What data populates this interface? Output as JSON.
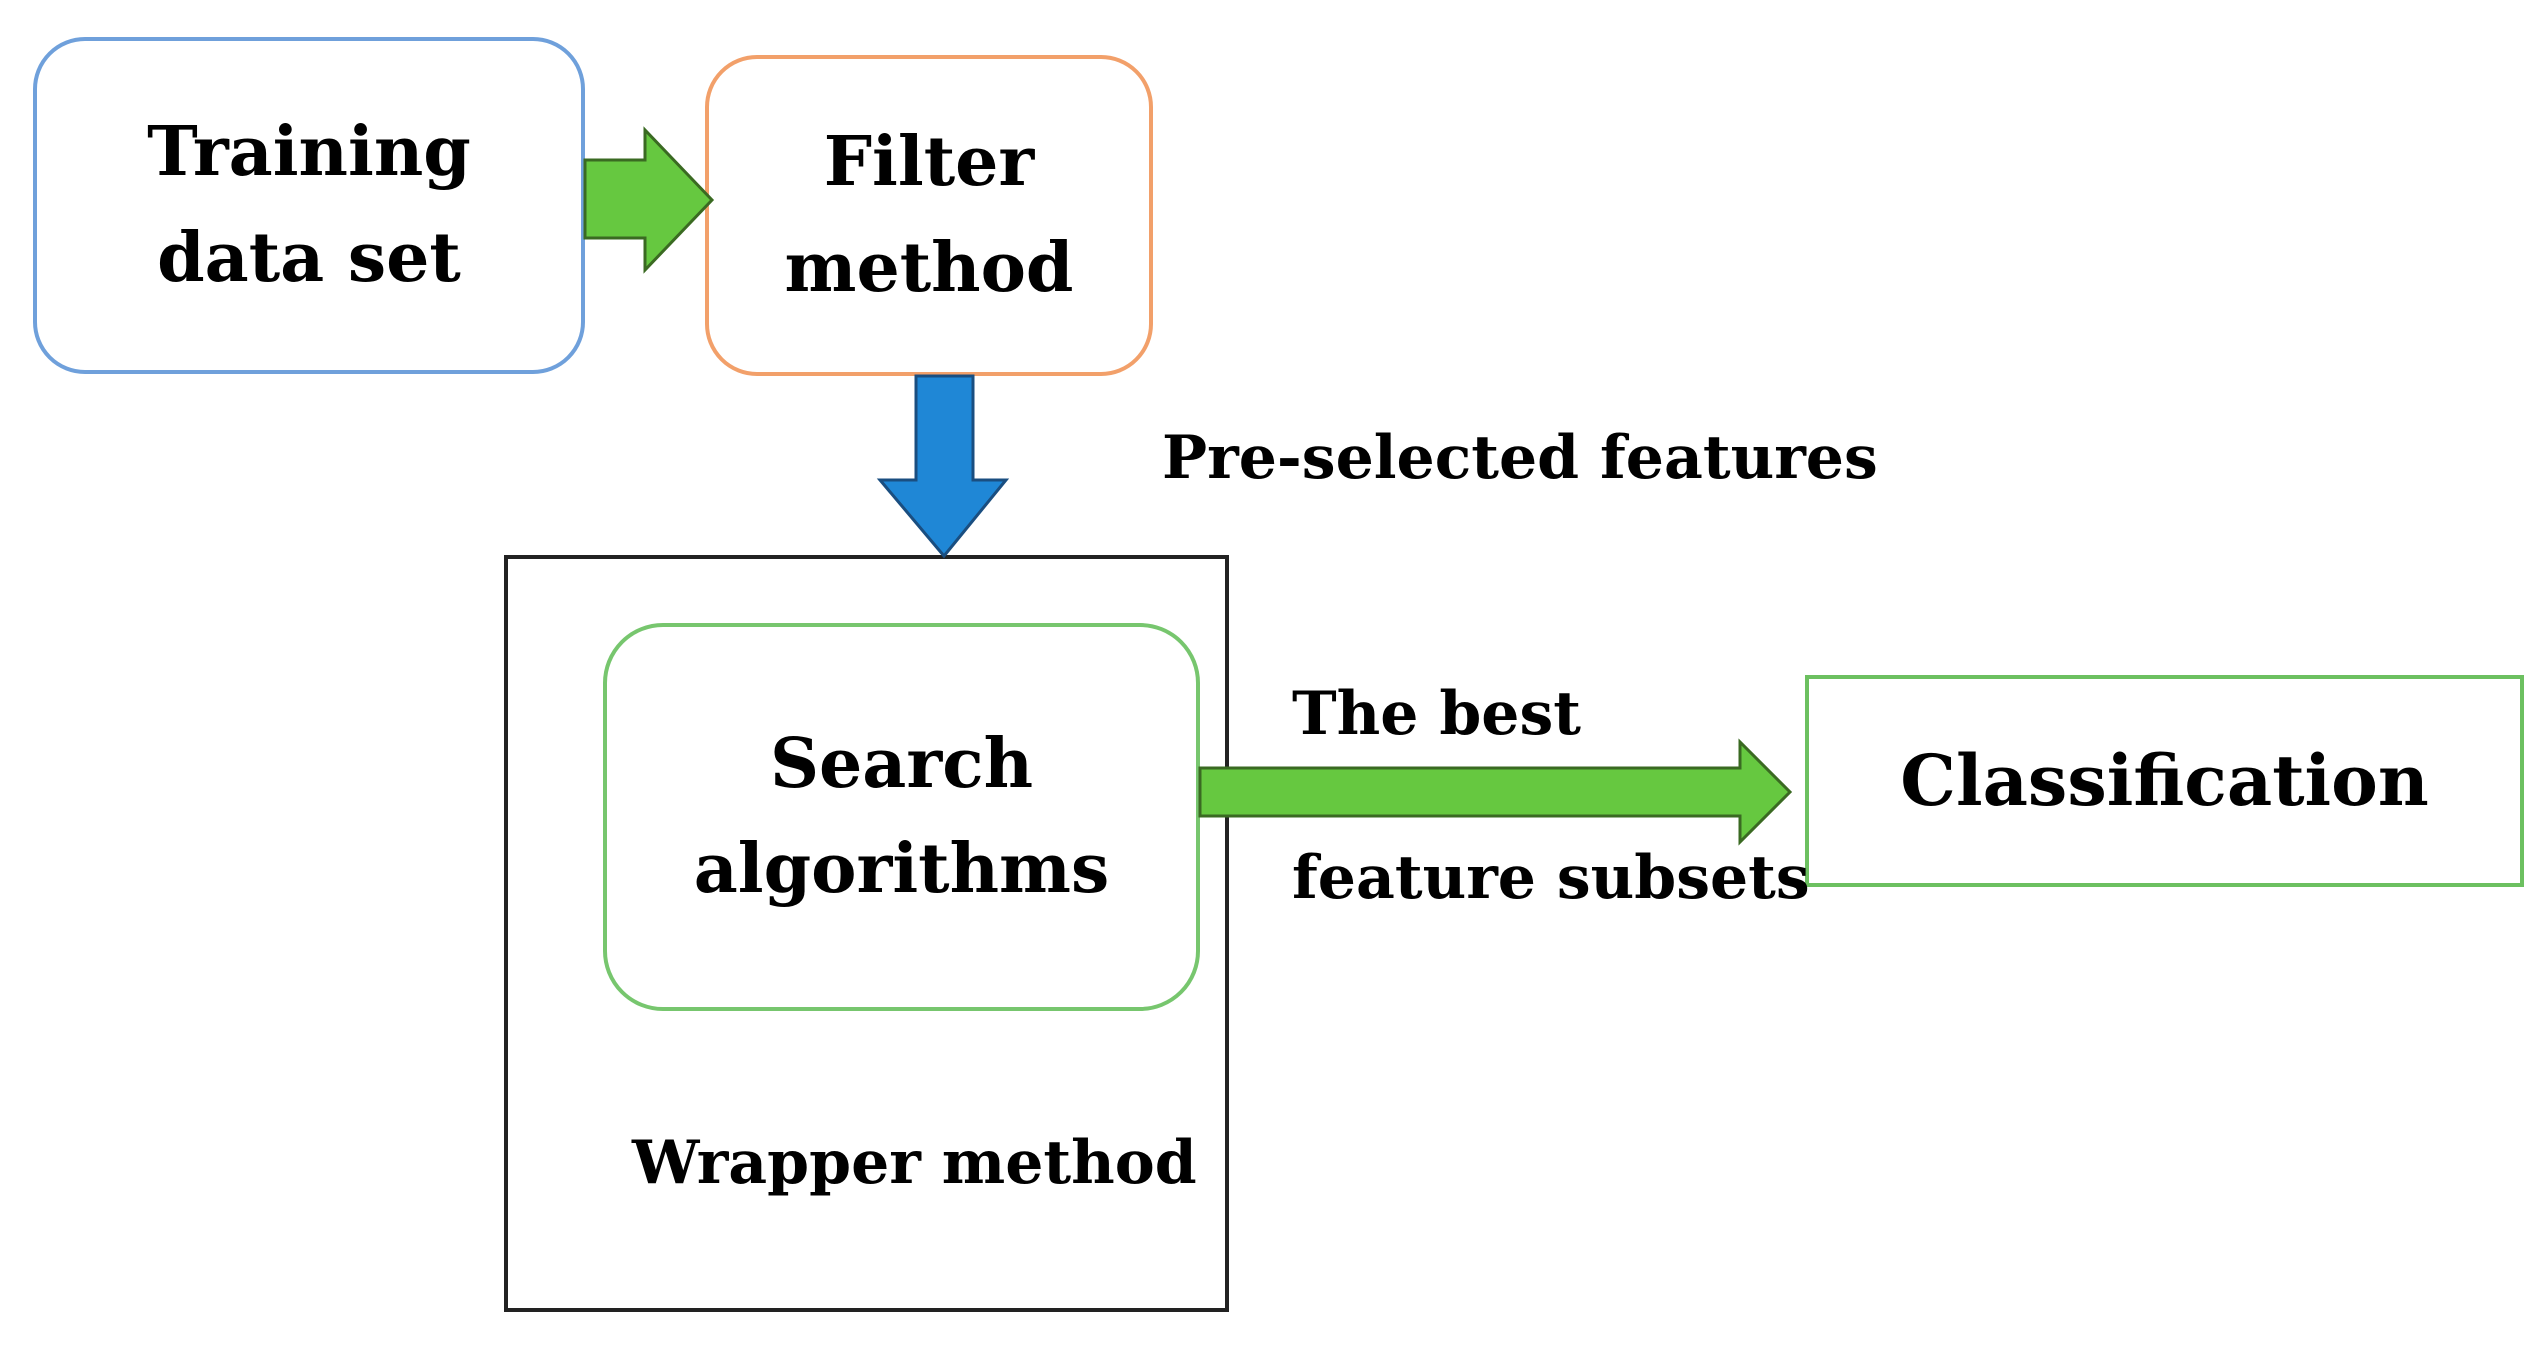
{
  "nodes": {
    "training": "Training\ndata set",
    "filter": "Filter\nmethod",
    "search": "Search\nalgorithms",
    "classification": "Classification",
    "wrapper": "Wrapper method"
  },
  "labels": {
    "preselected": "Pre-selected features",
    "best_line1": "The best",
    "best_line2": "feature subsets"
  },
  "colors": {
    "green_arrow": "#66c840",
    "blue_arrow": "#1f87d6",
    "training_border": "#6fa0db",
    "filter_border": "#f2a06a",
    "search_border": "#77c66e",
    "classification_border": "#6cc060"
  }
}
